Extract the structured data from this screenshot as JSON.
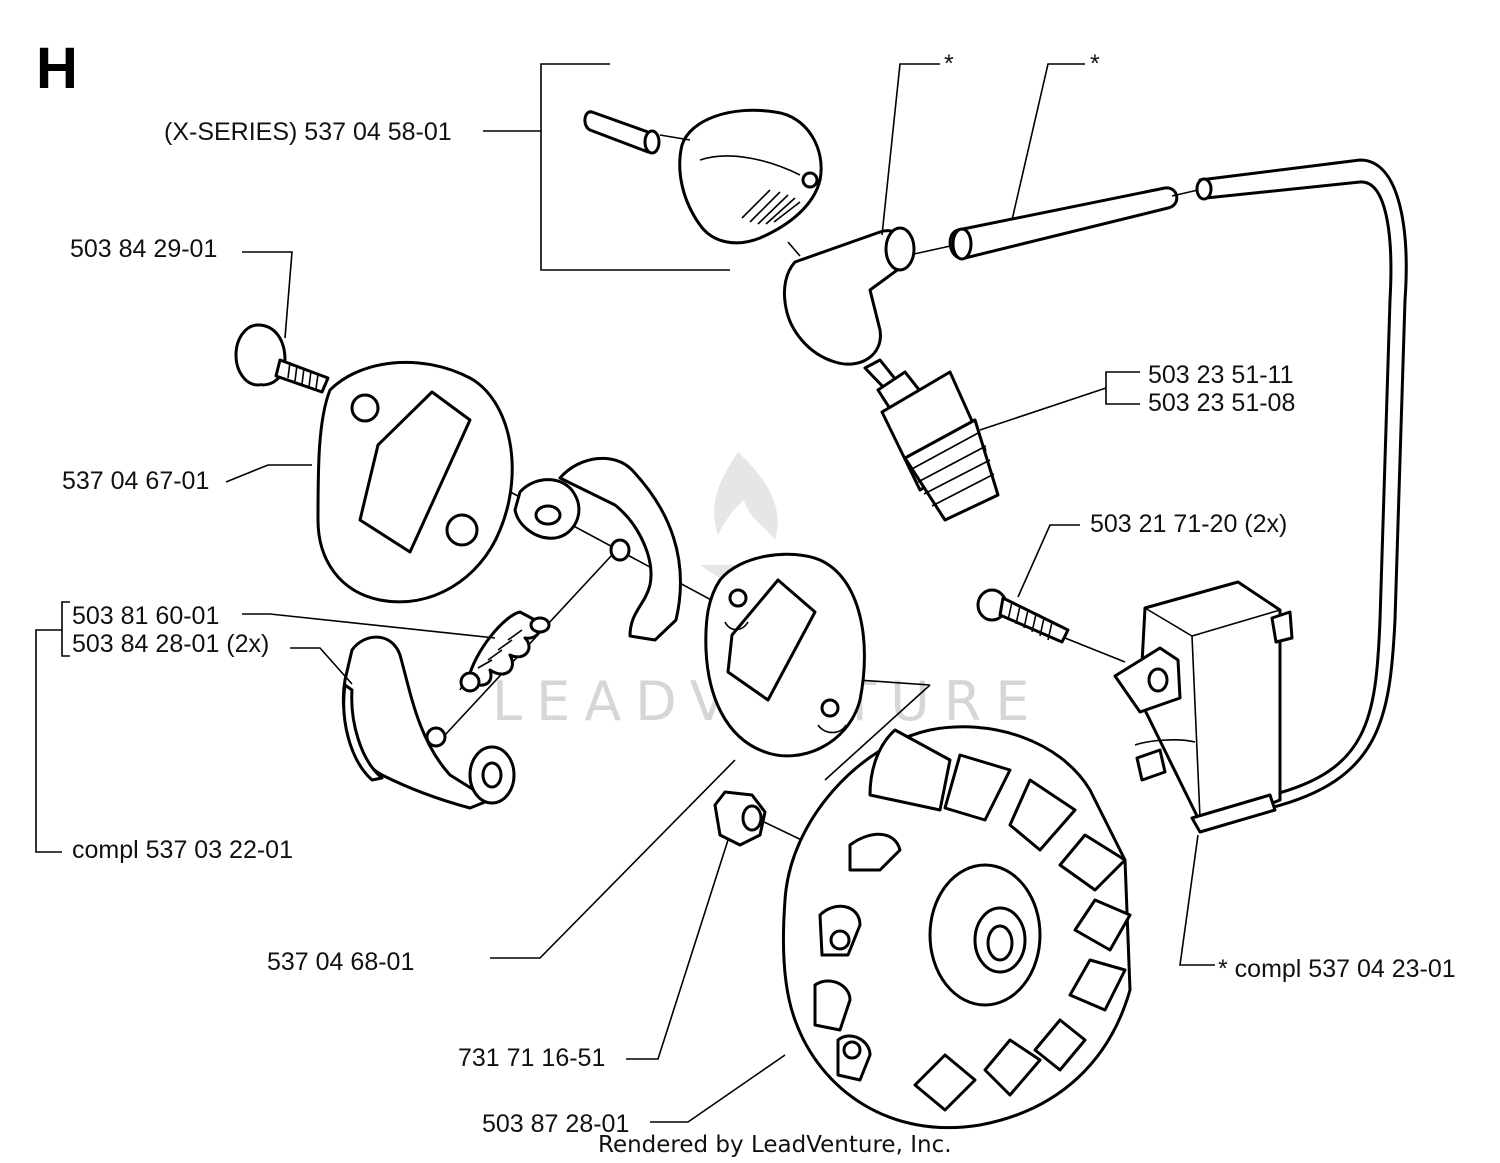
{
  "diagram": {
    "section_letter": "H",
    "watermark": "LEADVENTURE",
    "credit": "Rendered by LeadVenture, Inc.",
    "labels": {
      "cover": "(X-SERIES) 537 04 58-01",
      "star_cap": "*",
      "star_tube": "*",
      "bolt": "503 84 29-01",
      "plug_a": "503 23 51-11",
      "plug_b": "503 23 51-08",
      "plate": "537 04 67-01",
      "screw": "503 21 71-20 (2x)",
      "spring": "503 81 60-01",
      "shoe": "503 84 28-01 (2x)",
      "clutch_compl": "compl 537 03 22-01",
      "washer_plate": "537 04 68-01",
      "coil_compl": "* compl 537 04 23-01",
      "nut": "731 71 16-51",
      "flywheel": "503 87 28-01"
    }
  }
}
